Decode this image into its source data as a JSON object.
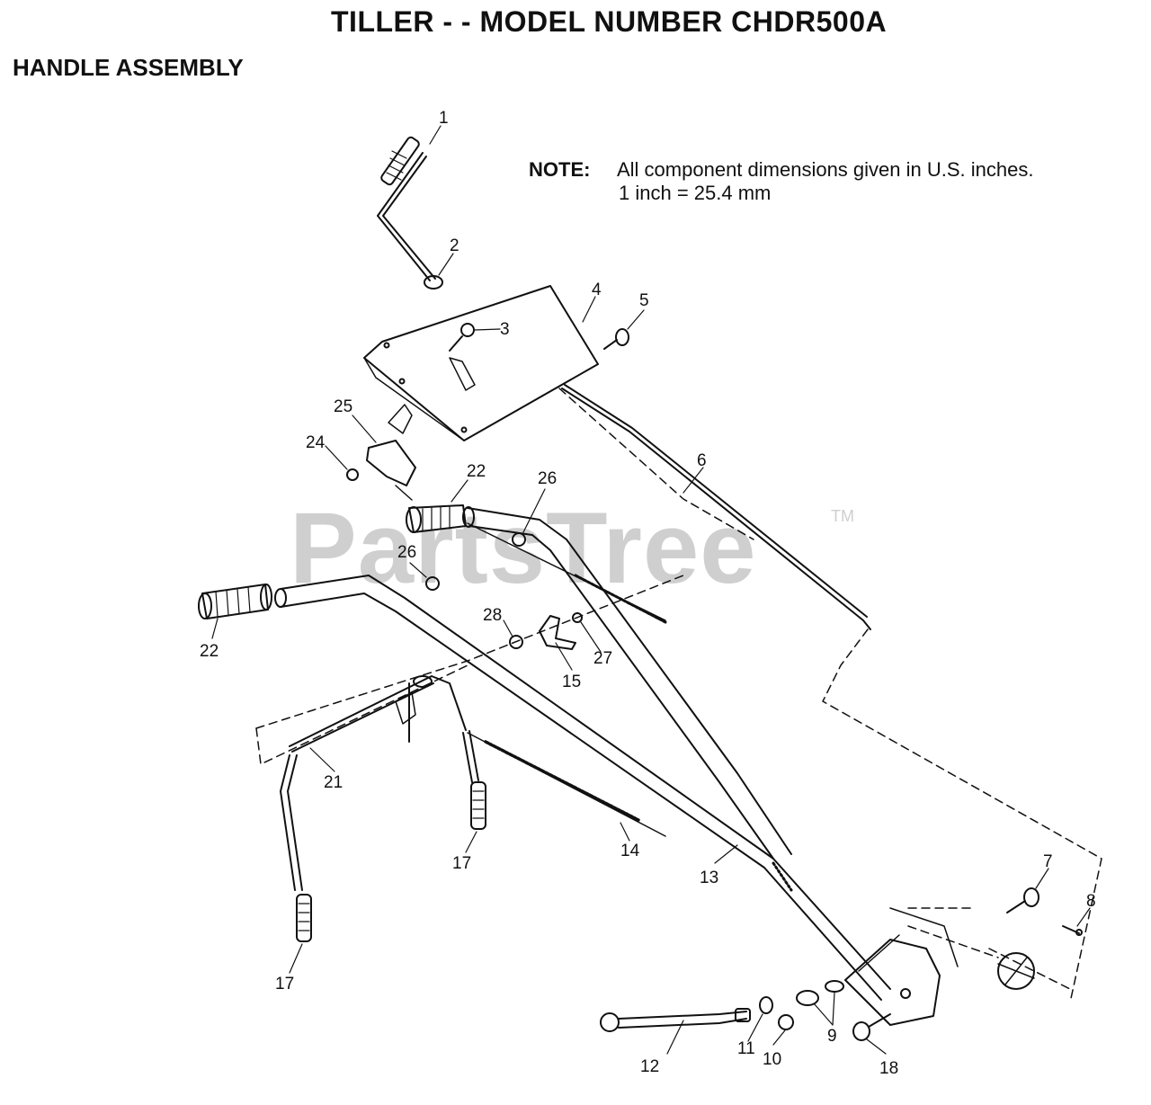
{
  "header": {
    "title": "TILLER - - MODEL NUMBER CHDR500A",
    "section": "HANDLE ASSEMBLY"
  },
  "note": {
    "label": "NOTE:",
    "line1": "All component dimensions given in U.S. inches.",
    "line2": "1 inch = 25.4 mm"
  },
  "watermark": {
    "text": "PartsTree",
    "tm": "TM"
  },
  "callouts": {
    "c1": "1",
    "c2": "2",
    "c3": "3",
    "c4": "4",
    "c5": "5",
    "c6": "6",
    "c7": "7",
    "c8": "8",
    "c9": "9",
    "c10": "10",
    "c11": "11",
    "c12": "12",
    "c13": "13",
    "c14": "14",
    "c15": "15",
    "c17a": "17",
    "c17b": "17",
    "c18": "18",
    "c21": "21",
    "c22a": "22",
    "c22b": "22",
    "c24": "24",
    "c25": "25",
    "c26a": "26",
    "c26b": "26",
    "c27": "27",
    "c28": "28"
  }
}
